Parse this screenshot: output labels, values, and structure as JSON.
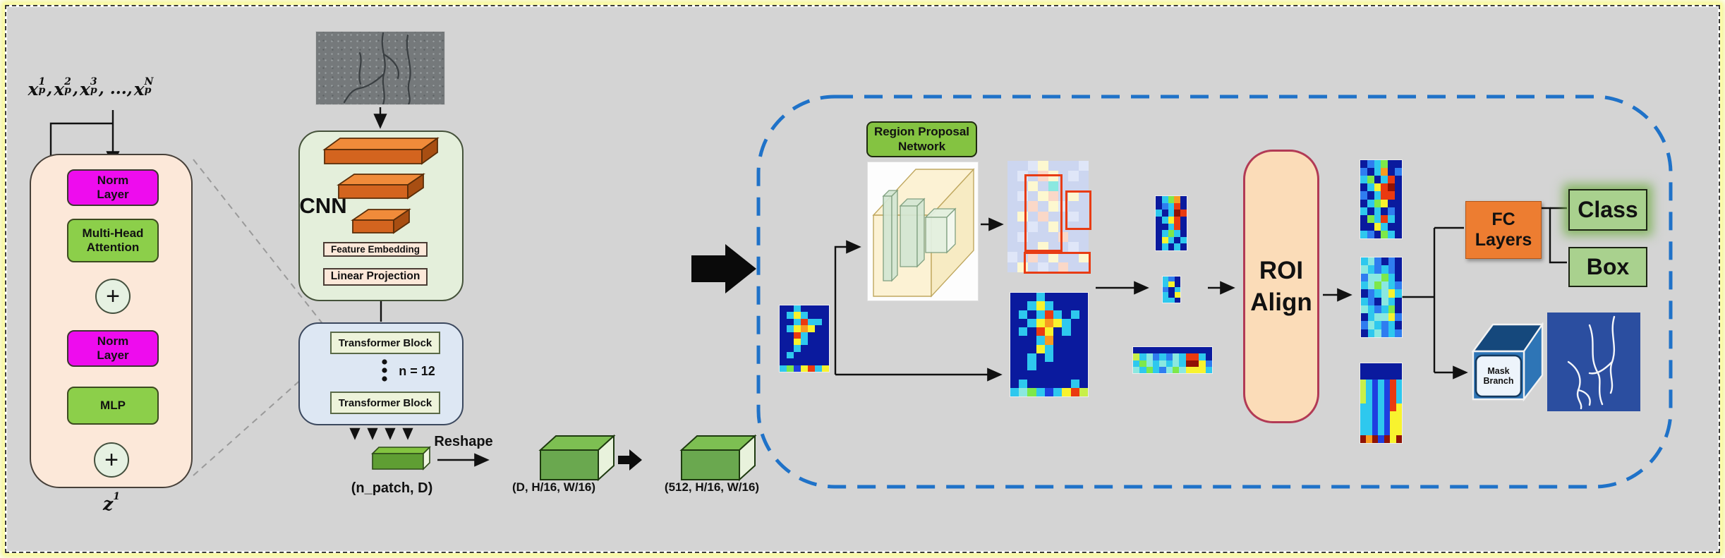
{
  "colors": {
    "background": "#d4d4d4",
    "outer_dash": "#3a3a3a",
    "outer_glow": "#f3f388",
    "peach_block": "#fce8d9",
    "magenta_box": "#ee0cee",
    "green_box": "#8ccf4a",
    "cnn_container": "#e4efdb",
    "transformer_container": "#dde7f3",
    "transformer_block": "#edf3da",
    "orange_slab": "#e8751f",
    "green_cube": "#6aa84f",
    "dashed_region": "#1f72c8",
    "rpn_label_green": "#84c341",
    "roi_fill": "#fbdcb8",
    "roi_border": "#b23a55",
    "fc_orange": "#ed7d31",
    "class_box_green": "#a9d18e",
    "mask_cube_blue": "#2e75b6",
    "mask_image_blue": "#2b4ea0"
  },
  "encoder": {
    "input_tokens": [
      {
        "base": "x",
        "sup": "1",
        "sub": "p",
        "tail": ", "
      },
      {
        "base": "x",
        "sup": "2",
        "sub": "p",
        "tail": ", "
      },
      {
        "base": "x",
        "sup": "3",
        "sub": "p",
        "tail": ", ..., "
      },
      {
        "base": "x",
        "sup": "N",
        "sub": "p",
        "tail": ""
      }
    ],
    "output_token": {
      "base": "z",
      "sup": "1",
      "sub": "",
      "tail": ""
    },
    "norm1": "Norm\nLayer",
    "mha": "Multi-Head\nAttention",
    "plus": "+",
    "norm2": "Norm\nLayer",
    "mlp": "MLP"
  },
  "cnn": {
    "title": "CNN",
    "feature_embedding": "Feature Embedding",
    "linear_projection": "Linear Projection"
  },
  "transformer": {
    "block_top": "Transformer Block",
    "block_bottom": "Transformer Block",
    "count": "n = 12"
  },
  "reshape": {
    "arrow_label": "Reshape",
    "seq_shape": "(n_patch, D)",
    "cube1_shape": "(D, H/16, W/16)",
    "cube2_shape": "(512, H/16, W/16)"
  },
  "head": {
    "rpn_label": "Region Proposal\nNetwork",
    "roi_label": "ROI\nAlign",
    "fc_label": "FC\nLayers",
    "class_label": "Class",
    "box_label": "Box",
    "mask_label": "Mask Branch"
  },
  "heatmaps": {
    "palette": {
      "N": "#0a1a9e",
      "B": "#1e3fe0",
      "b": "#2f7df0",
      "c": "#2ec8ee",
      "t": "#8ae8e0",
      "g": "#7ee84a",
      "G": "#c8f04a",
      "y": "#f8f32e",
      "o": "#f89b20",
      "r": "#ea3a10",
      "d": "#901205",
      "w": "#dfe6f8",
      "Y": "#fdf8d0",
      "R": "#fad8c8",
      "L": "#ccd6f0"
    },
    "input_small": [
      "NNcNNNN",
      "NcycNNN",
      "NNcrccN",
      "NcyoyNN",
      "NNrcNNN",
      "NNycNNN",
      "NNcNNNN",
      "NcNNNNN",
      "NNNNNNN",
      "cgByrcy"
    ],
    "feature_large": [
      "NNNcNNNNN",
      "NNcycNNNN",
      "NcNcrcNcN",
      "NNcyoycNN",
      "NcNryNcNN",
      "NNNcoNNNN",
      "NNNycNNNN",
      "NNcNcNNNN",
      "NNcNNNNNN",
      "NNNNNNNNN",
      "NcNNNNNcN",
      "ctgcBcyrG"
    ],
    "crop_tall": [
      "NcgoN",
      "NbcrN",
      "cNcdr",
      "NcyrN",
      "NNcrN",
      "NcgcN",
      "NycNc",
      "NcNcN"
    ],
    "crop_tiny": [
      "cbN",
      "cyN",
      "bNc",
      "cNy",
      "ccN"
    ],
    "crop_wide": [
      "NNNNNNNNNNNN",
      "GctbcbtcrrcN",
      "cgtctctcddyb",
      "tcgcbtgtyyyc"
    ],
    "roi_out_top": [
      "NbcgNN",
      "bNcoNb",
      "cgNcrN",
      "NcyrdN",
      "bNcrrN",
      "NcgyNN",
      "cNcNbN",
      "NgcrcN",
      "NNycNN",
      "cbNgcN"
    ],
    "roi_out_mid": [
      "ctbNbN",
      "tcbcbN",
      "bttgcN",
      "ctgtcb",
      "Nbctyc",
      "cbNtcN",
      "tcbcgN",
      "Ncttyb",
      "btcbcN",
      "Nctbcb"
    ],
    "roi_out_bottom": [
      "NNNNNNN",
      "NNNNNNN",
      "GcBcBrc",
      "GcBcBrc",
      "GcBcBrc",
      "ccBcBry",
      "ccBcByy",
      "ccBcByy",
      "ccBcByy",
      "dodBdyd"
    ],
    "proposal_map": [
      "LLwYLLLw",
      "LwLRYLwL",
      "LLYLtLLL",
      "LwLYRLYL",
      "LLRLYwLL",
      "LYLRLLwL",
      "LLwLYLLL",
      "LwLLLRLL",
      "LLLYLLwL",
      "wLRLYLLY",
      "LYLwLRLL"
    ]
  }
}
